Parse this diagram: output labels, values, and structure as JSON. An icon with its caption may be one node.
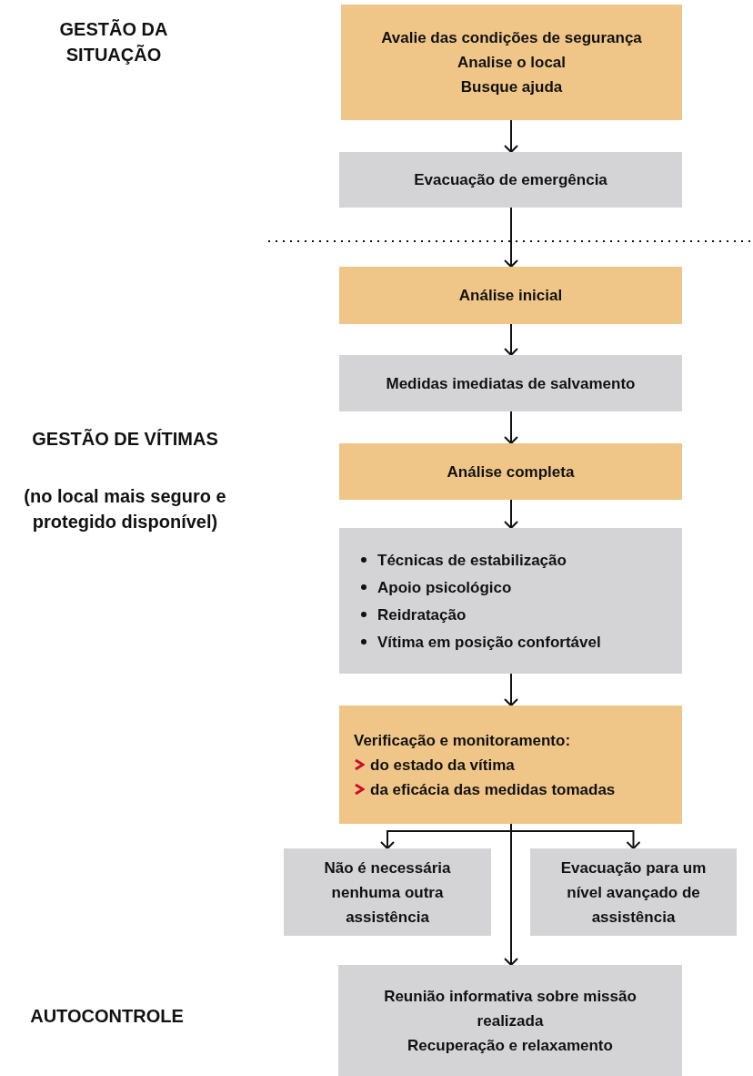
{
  "diagram": {
    "nodes": [
      {
        "text": [
          "Avalie das condições de segurança",
          "Analise o local",
          "Busque ajuda"
        ]
      },
      {
        "text": [
          "Evacuação de emergência"
        ]
      },
      {
        "text": [
          "Análise inicial"
        ]
      },
      {
        "text": [
          "Medidas imediatas de salvamento"
        ]
      },
      {
        "text": [
          "Análise completa"
        ]
      },
      {
        "text": [
          "Técnicas de estabilização",
          "Apoio psicológico",
          "Reidratação",
          "Vítima em posição confortável"
        ]
      },
      {
        "text": [
          "Verificação e monitoramento:",
          "do estado da vítima",
          "da eficácia das medidas tomadas"
        ]
      },
      {
        "text": [
          "Não é necessária nenhuma outra assistência"
        ]
      },
      {
        "text": [
          "Evacuação para um nível avançado de assistência"
        ]
      },
      {
        "text": [
          "Reunião informativa sobre missão realizada",
          "Recuperação e relaxamento"
        ]
      }
    ],
    "edges": [
      {
        "from": 0,
        "to": 1,
        "arrow": "to"
      },
      {
        "from": 1,
        "to": 2,
        "arrow": "to"
      },
      {
        "from": 2,
        "to": 3,
        "arrow": "to"
      },
      {
        "from": 3,
        "to": 4,
        "arrow": "to"
      },
      {
        "from": 4,
        "to": 5,
        "arrow": "to"
      },
      {
        "from": 5,
        "to": 6,
        "arrow": "to"
      },
      {
        "from": 6,
        "to": 7,
        "arrow": "to"
      },
      {
        "from": 6,
        "to": 8,
        "arrow": "to"
      },
      {
        "from": 6,
        "to": 9,
        "arrow": "to"
      }
    ],
    "labels": [
      "GESTÃO DA SITUAÇÃO",
      "GESTÃO DE VÍTIMAS",
      "(no local mais seguro e protegido disponível)",
      "AUTOCONTROLE"
    ]
  }
}
